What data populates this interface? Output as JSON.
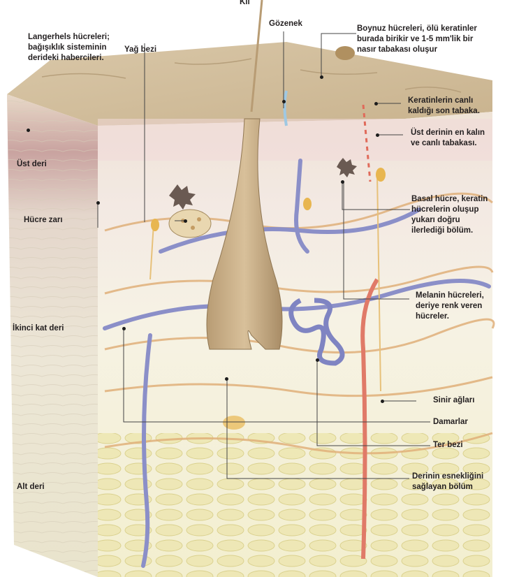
{
  "labels": {
    "kil": "Kıl",
    "gozenek": "Gözenek",
    "boynuz": [
      "Boynuz hücreleri, ölü keratinler",
      "burada birikir ve 1-5 mm'lik bir",
      "nasır tabakası oluşur"
    ],
    "langerhels": [
      "Langerhels hücreleri;",
      "bağışıklık sisteminin",
      "derideki habercileri."
    ],
    "yag_bezi": "Yağ bezi",
    "keratin_canli": [
      "Keratinlerin canlı",
      "kaldığı son tabaka."
    ],
    "ust_deri_kalin": [
      "Üst derinin en kalın",
      "ve canlı tabakası."
    ],
    "ust_deri": "Üst deri",
    "hucre_zari": "Hücre zarı",
    "basal": [
      "Basal hücre, keratin",
      "hücrelerin oluşup",
      "yukarı doğru",
      "ilerlediği bölüm."
    ],
    "melanin": [
      "Melanin hücreleri,",
      "deriye renk veren",
      "hücreler."
    ],
    "ikinci_kat": "İkinci kat deri",
    "sinir": "Sinir ağları",
    "damarlar": "Damarlar",
    "ter_bezi": "Ter bezi",
    "alt_deri": "Alt deri",
    "esneklik": [
      "Derinin esnekliğini",
      "sağlayan bölüm"
    ]
  }
}
